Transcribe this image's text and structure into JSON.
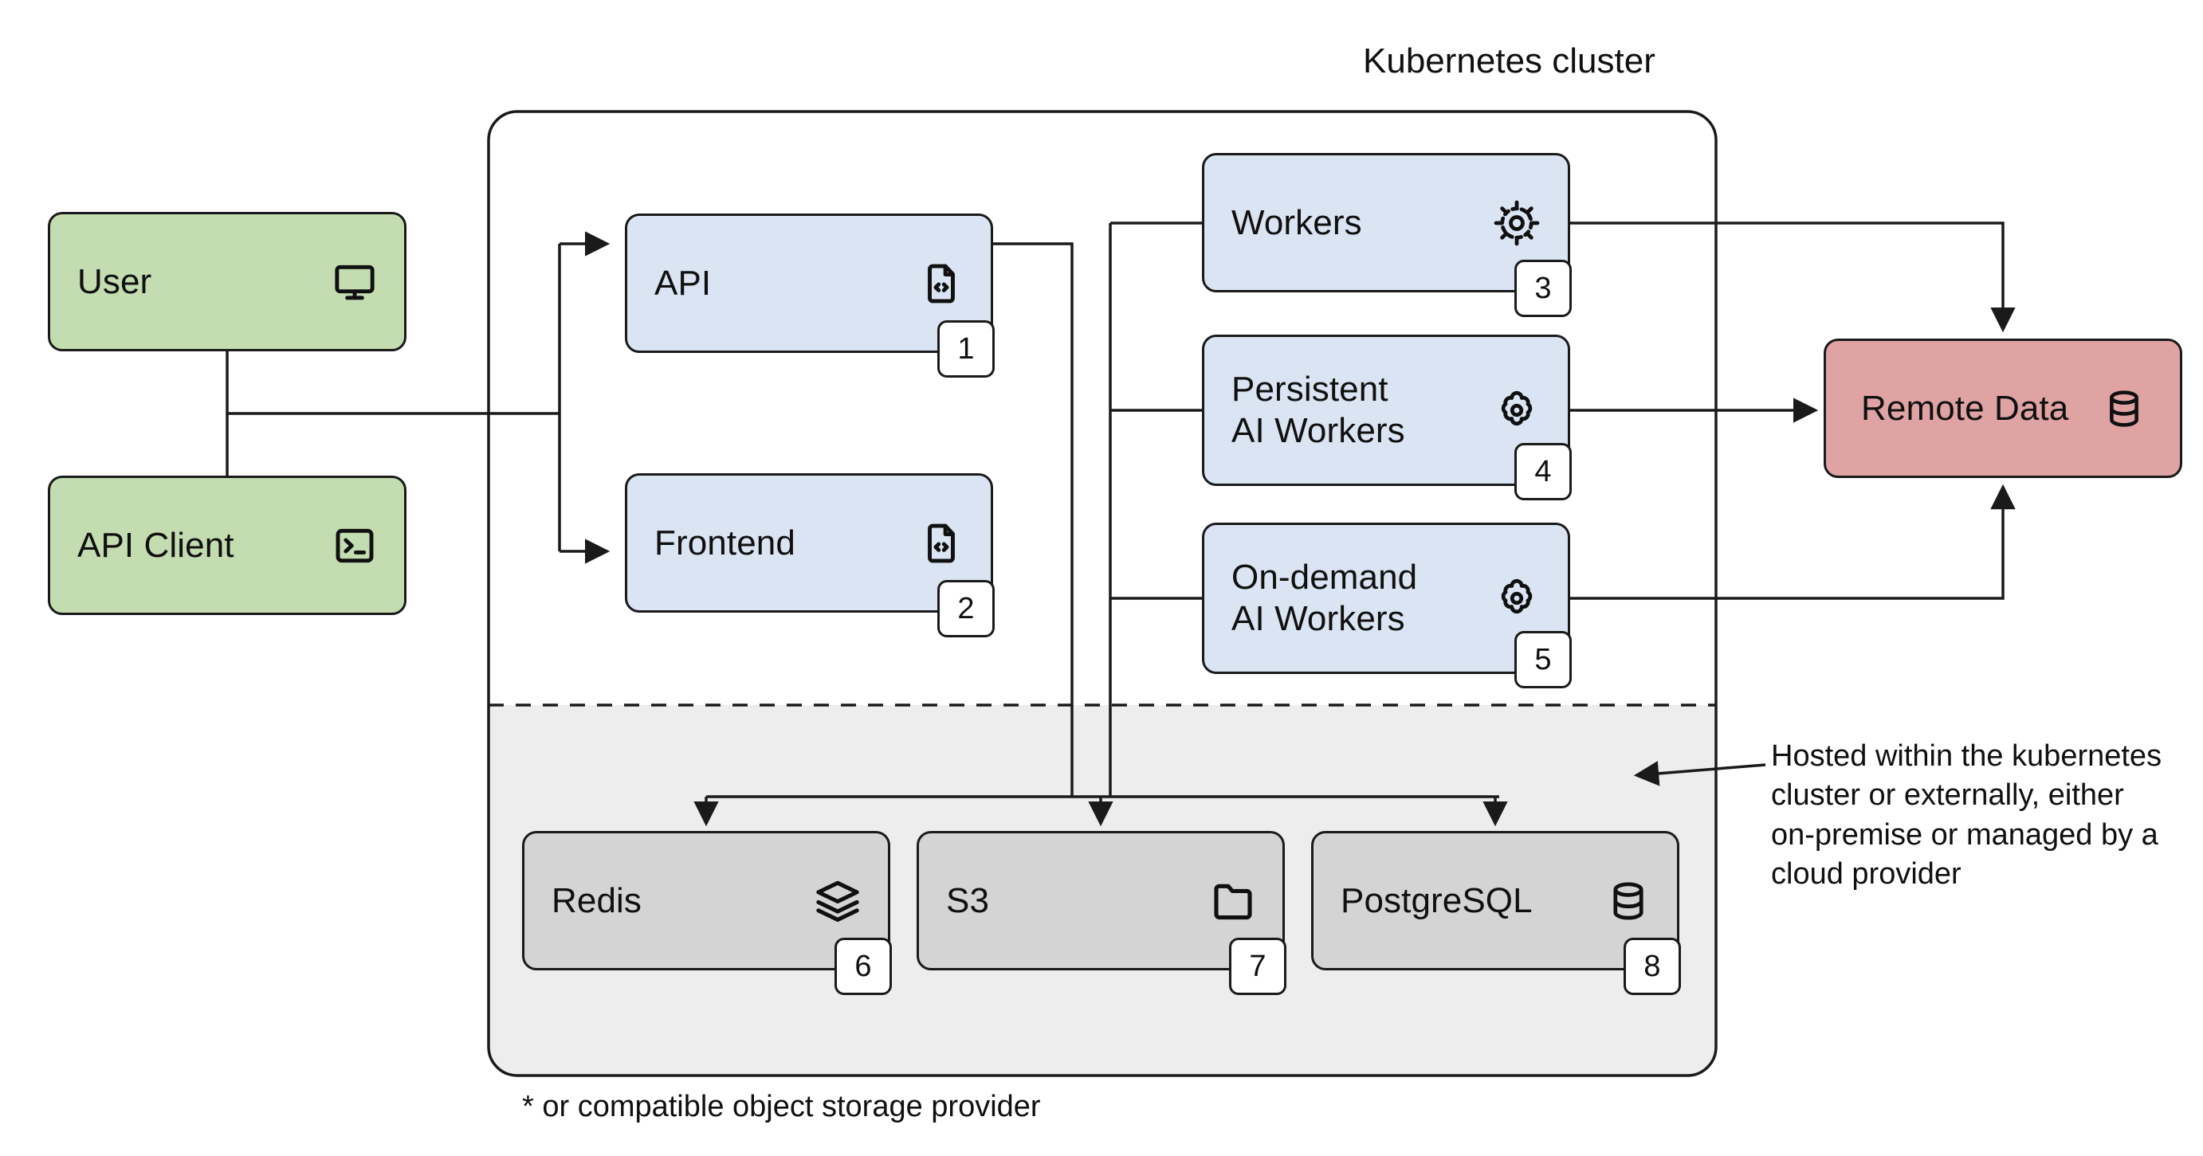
{
  "diagram": {
    "title": "Kubernetes cluster",
    "footnote": "* or compatible object storage provider",
    "annotation": "Hosted within the kubernetes\ncluster or externally, either\non-premise or managed by a\ncloud provider"
  },
  "clients": [
    {
      "label": "User",
      "icon": "monitor-icon"
    },
    {
      "label": "API Client",
      "icon": "terminal-icon"
    }
  ],
  "services": [
    {
      "label": "API",
      "icon": "code-file-icon",
      "badge": "1"
    },
    {
      "label": "Frontend",
      "icon": "code-file-icon",
      "badge": "2"
    }
  ],
  "workers": [
    {
      "label": "Workers",
      "icon": "cog-icon",
      "badge": "3"
    },
    {
      "label": "Persistent\nAI Workers",
      "icon": "brain-cog-icon",
      "badge": "4"
    },
    {
      "label": "On-demand\nAI Workers",
      "icon": "brain-cog-icon",
      "badge": "5"
    }
  ],
  "storage": [
    {
      "label": "Redis",
      "icon": "layers-icon",
      "badge": "6"
    },
    {
      "label": "S3",
      "icon": "folder-icon",
      "badge": "7"
    },
    {
      "label": "PostgreSQL",
      "icon": "database-icon",
      "badge": "8"
    }
  ],
  "external": [
    {
      "label": "Remote Data",
      "icon": "database-icon"
    }
  ],
  "colors": {
    "client_fill": "#c3dcb0",
    "service_fill": "#dae4f2",
    "storage_fill": "#d4d4d4",
    "external_fill": "#dfa3a3",
    "cluster_fill": "#ffffff",
    "storage_band_fill": "#ededed",
    "stroke": "#1a1a1a"
  }
}
